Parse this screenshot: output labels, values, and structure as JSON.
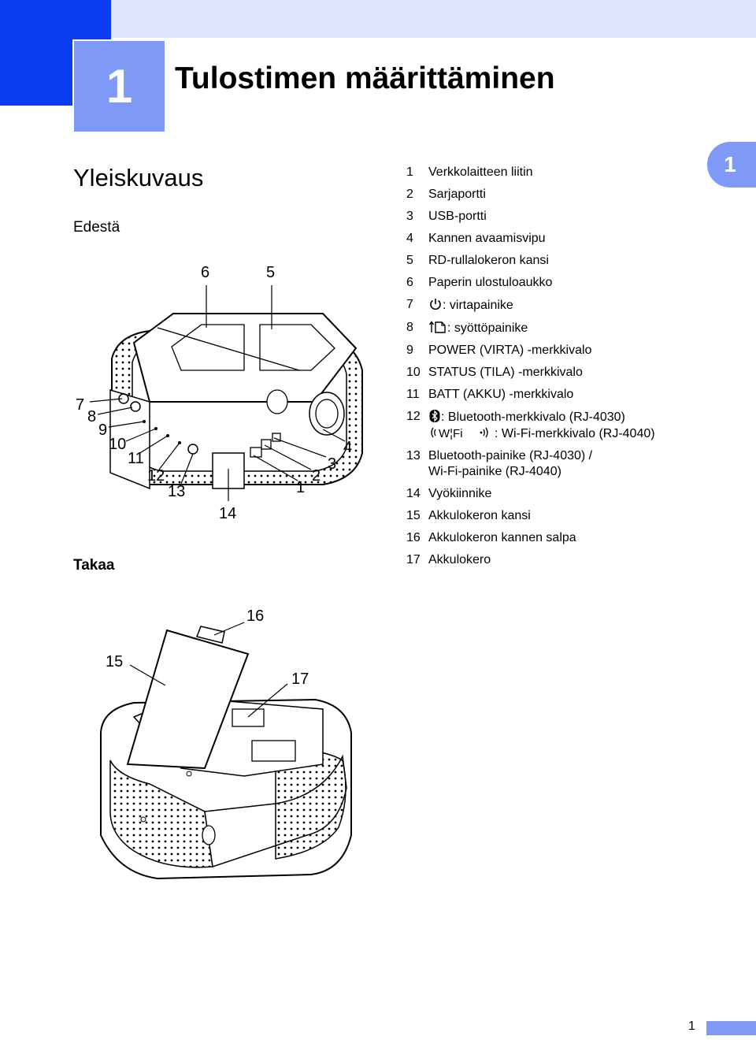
{
  "chapter": {
    "number": "1",
    "title": "Tulostimen määrittäminen",
    "tab": "1"
  },
  "section": {
    "title": "Yleiskuvaus",
    "front": "Edestä",
    "back": "Takaa"
  },
  "legend": [
    {
      "n": "1",
      "text": "Verkkolaitteen liitin"
    },
    {
      "n": "2",
      "text": "Sarjaportti"
    },
    {
      "n": "3",
      "text": "USB-portti"
    },
    {
      "n": "4",
      "text": "Kannen avaamisvipu"
    },
    {
      "n": "5",
      "text": "RD-rullalokeron kansi"
    },
    {
      "n": "6",
      "text": "Paperin ulostuloaukko"
    },
    {
      "n": "7",
      "text": ": virtapainike",
      "icon": "power-icon"
    },
    {
      "n": "8",
      "text": ": syöttöpainike",
      "icon": "feed-icon"
    },
    {
      "n": "9",
      "text": "POWER (VIRTA) -merkkivalo"
    },
    {
      "n": "10",
      "text": "STATUS (TILA) -merkkivalo"
    },
    {
      "n": "11",
      "text": "BATT (AKKU) -merkkivalo"
    },
    {
      "n": "12",
      "text": ": Bluetooth-merkkivalo (RJ-4030)",
      "icon": "bluetooth-icon",
      "cont": ": Wi-Fi-merkkivalo (RJ-4040)",
      "cont_icon": "wifi-icon",
      "wifi_word": "W¦Fi"
    },
    {
      "n": "13",
      "text": "Bluetooth-painike (RJ-4030) /",
      "cont": "Wi-Fi-painike (RJ-4040)"
    },
    {
      "n": "14",
      "text": "Vyökiinnike"
    },
    {
      "n": "15",
      "text": "Akkulokeron kansi"
    },
    {
      "n": "16",
      "text": "Akkulokeron kannen salpa"
    },
    {
      "n": "17",
      "text": "Akkulokero"
    }
  ],
  "front_callouts": [
    "6",
    "5",
    "7",
    "8",
    "9",
    "10",
    "11",
    "12",
    "13",
    "14",
    "1",
    "2",
    "3",
    "4"
  ],
  "back_callouts": [
    "16",
    "15",
    "17"
  ],
  "page_number": "1"
}
